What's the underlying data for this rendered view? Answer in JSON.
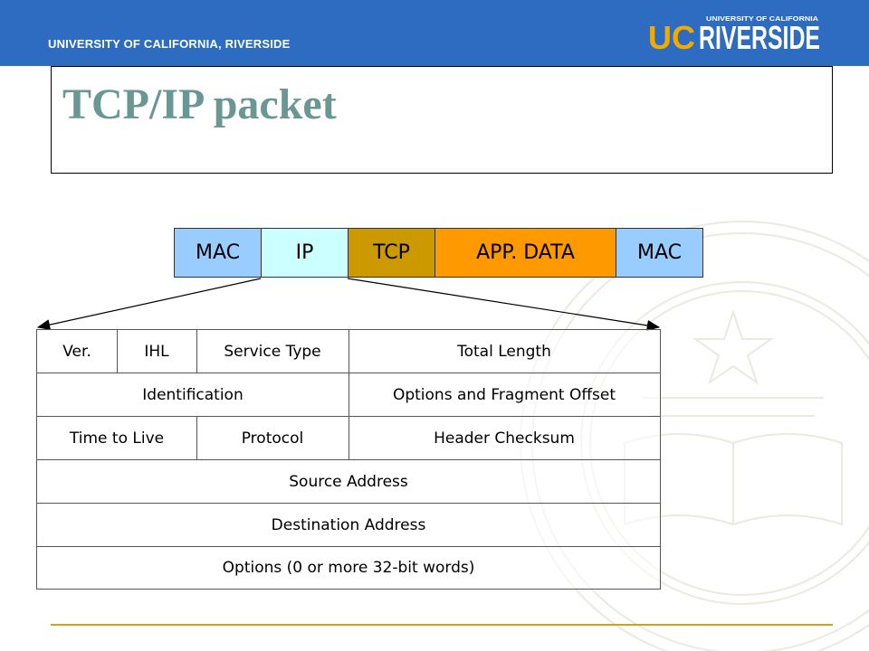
{
  "header": {
    "institution_text": "UNIVERSITY OF CALIFORNIA, RIVERSIDE",
    "logo_small_text": "UNIVERSITY OF CALIFORNIA",
    "logo_uc": "UC",
    "logo_riverside": "RIVERSIDE",
    "color": "#2d6cc0",
    "logo_accent": "#f1ab00"
  },
  "slide": {
    "title": "TCP/IP packet",
    "title_color": "#6a9694",
    "footer_line_color": "#c9a227"
  },
  "packet": [
    {
      "label": "MAC",
      "color": "#99ccff"
    },
    {
      "label": "IP",
      "color": "#ccffff"
    },
    {
      "label": "TCP",
      "color": "#cc9900"
    },
    {
      "label": "APP. DATA",
      "color": "#ff9900"
    },
    {
      "label": "MAC",
      "color": "#99ccff"
    }
  ],
  "ip_header": {
    "row1": [
      "Ver.",
      "IHL",
      "Service Type",
      "Total Length"
    ],
    "row2": [
      "Identification",
      "Options and Fragment Offset"
    ],
    "row3": [
      "Time to Live",
      "Protocol",
      "Header Checksum"
    ],
    "row4": [
      "Source Address"
    ],
    "row5": [
      "Destination Address"
    ],
    "row6": [
      "Options (0 or more 32-bit words)"
    ]
  }
}
